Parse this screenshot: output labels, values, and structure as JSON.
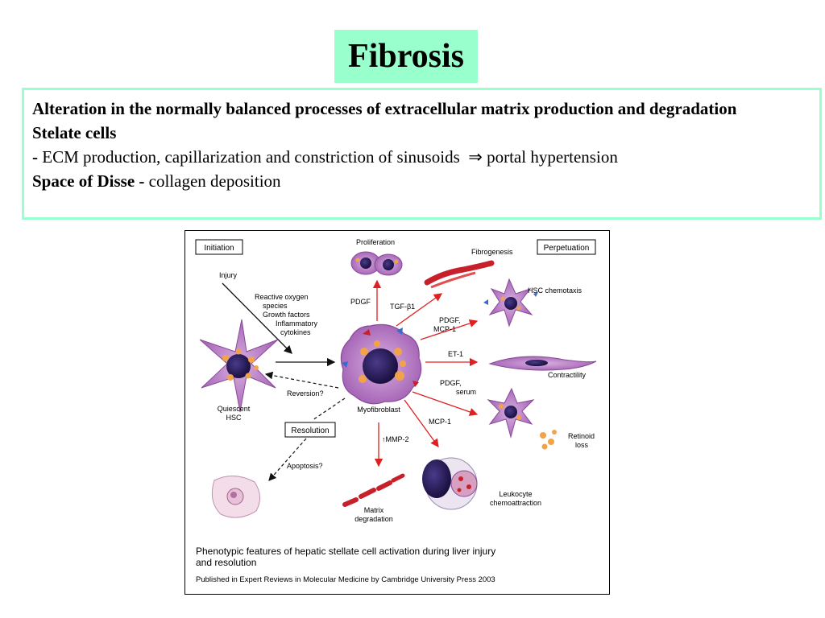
{
  "title": "Fibrosis",
  "bullets": {
    "line1": "Alteration in the normally balanced processes of extracellular matrix production and degradation",
    "line2": "Stelate cells",
    "line3_dash": "-",
    "line3_text": " ECM production, capillarization and constriction of sinusoids",
    "line3_arrow": "⇒",
    "line3_tail": " portal  hypertension",
    "line4_bold": "Space of Disse -",
    "line4_text": " collagen deposition"
  },
  "figure": {
    "initiation": "Initiation",
    "perpetuation": "Perpetuation",
    "injury": "Injury",
    "mediators": [
      "Reactive oxygen",
      "species",
      "Growth factors",
      "Inflammatory",
      "cytokines"
    ],
    "proliferation": "Proliferation",
    "fibrogenesis": "Fibrogenesis",
    "hsc_chemotaxis": "HSC chemotaxis",
    "pdgf": "PDGF",
    "tgf": "TGF-β1",
    "pdgf_mcp": [
      "PDGF,",
      "MCP-1"
    ],
    "et1": "ET-1",
    "contractility": "Contractility",
    "pdgf_serum": [
      "PDGF,",
      "serum"
    ],
    "retinoid_loss": [
      "Retinoid",
      "loss"
    ],
    "mcp1": "MCP-1",
    "leukocyte": [
      "Leukocyte",
      "chemoattraction"
    ],
    "mmp2": "↑MMP-2",
    "matrix_degradation": [
      "Matrix",
      "degradation"
    ],
    "myofibroblast": "Myofibroblast",
    "reversion": "Reversion?",
    "resolution": "Resolution",
    "apoptosis": "Apoptosis?",
    "quiescent": [
      "Quiescent",
      "HSC"
    ],
    "caption": [
      "Phenotypic features of hepatic stellate cell activation during liver injury",
      "and resolution"
    ],
    "credit": "Published in Expert Reviews in Molecular Medicine by Cambridge University Press 2003"
  },
  "colors": {
    "title_bg": "#99ffcc",
    "border": "#99ffcc",
    "cell_purple": "#b77bc4",
    "nucleus": "#2a1b5e",
    "droplet": "#f2a34a",
    "arrow_red": "#e02020",
    "fiber_red": "#c8202a"
  }
}
